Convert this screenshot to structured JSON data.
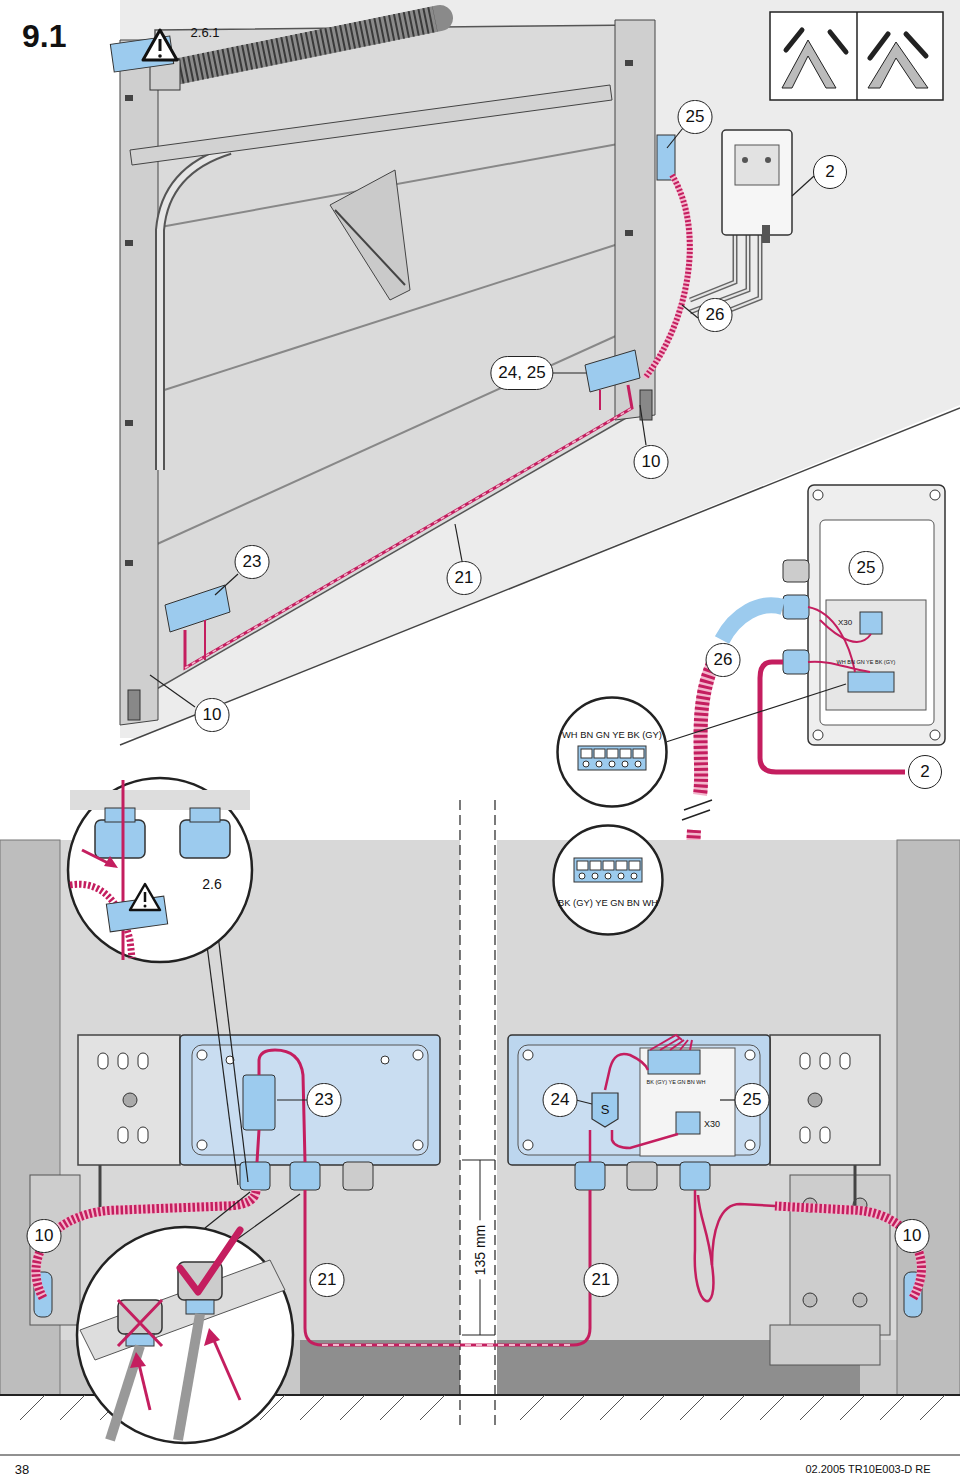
{
  "diagram": {
    "title": "9.1",
    "nodes": [
      {
        "text": [
          "WH BN GN YE BK (GY)"
        ]
      },
      {
        "text": [
          "BK (GY) YE GN BN WH"
        ]
      },
      {
        "text": [
          "S"
        ]
      }
    ],
    "labels": [
      "2.6.1",
      "25",
      "2",
      "26",
      "24, 25",
      "10",
      "23",
      "21",
      "25",
      "X30",
      "WH BN GN YE BK (GY)",
      "26",
      "10",
      "2",
      "2.6",
      "23",
      "24",
      "BK (GY) YE GN BN WH",
      "25",
      "X30",
      "10",
      "135 mm",
      "21",
      "21",
      "10",
      "38",
      "02.2005 TR10E003-D RE"
    ]
  }
}
